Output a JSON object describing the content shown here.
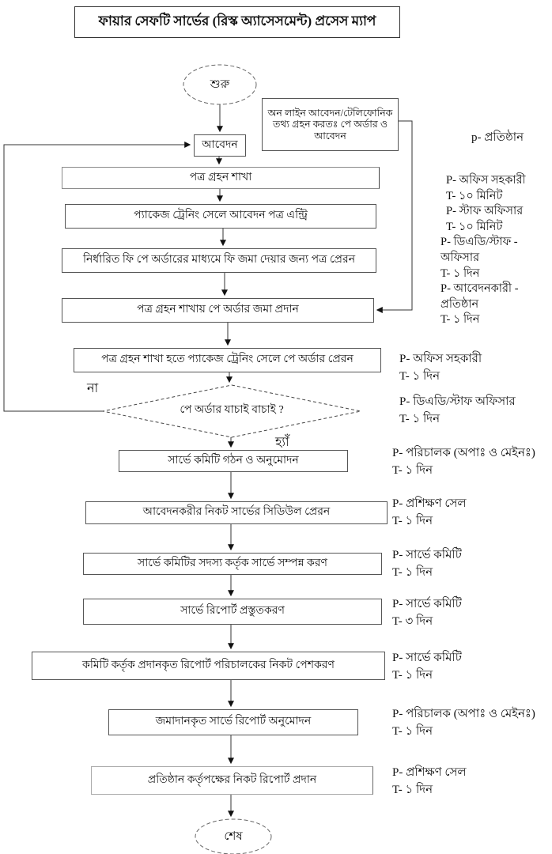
{
  "title": "ফায়ার সেফটি সার্ভের (রিস্ক অ্যাসেসমেন্ট) প্রসেস ম্যাপ",
  "flow": {
    "start": "শুরু",
    "end": "শেষ",
    "application": "আবেদন",
    "side_note": "অন লাইন আবেদন/টেলিফোনিক তথ্য গ্রহন করতঃ পে অর্ডার ও আবেদন",
    "decision": "পে অর্ডার যাচাই বাচাই ?",
    "decision_no": "না",
    "decision_yes": "হ্যাঁ",
    "steps": [
      "পত্র গ্রহন শাখা",
      "প্যাকেজ ট্রেনিং সেলে আবেদন পত্র এন্ট্রি",
      "নির্ধারিত ফি পে অর্ডারের মাধ্যমে ফি জমা দেয়ার জন্য পত্র প্রেরন",
      "পত্র গ্রহন শাখায় পে অর্ডার জমা প্রদান",
      "পত্র গ্রহন শাখা হতে প্যাকেজ ট্রেনিং সেলে পে অর্ডার প্রেরন",
      "সার্ভে কমিটি গঠন ও অনুমোদন",
      "আবেদনকরীর নিকট সার্ভের সিডিউল প্রেরন",
      "সার্ভে কমিটির সদস্য কর্তৃক সার্ভে সম্পন্ন করণ",
      "সার্ভে রিপোর্ট প্রস্তুতকরণ",
      "কমিটি কর্তৃক প্রদানকৃত রিপোর্ট পরিচালকের নিকট পেশকরণ",
      "জমাদানকৃত সার্ভে রিপোর্ট অনুমোদন",
      "প্রতিষ্ঠান কর্তৃপক্ষের নিকট রিপোর্ট প্রদান"
    ]
  },
  "annotations": {
    "legend": "p- প্রতিষ্ঠান",
    "block1_lines": [
      "P- অফিস সহকারী",
      "T- ১০ মিনিট",
      "P- স্টাফ অফিসার",
      "T- ১০ মিনিট",
      "P- ডিএডি/স্টাফ -",
      "অফিসার",
      "T- ১ দিন",
      "P-  আবেদনকারী -",
      "প্রতিষ্ঠান",
      "T- ১ দিন"
    ],
    "groups": [
      {
        "p": "P-  অফিস সহকারী",
        "t": "T- ১ দিন"
      },
      {
        "p": "P- ডিএডি/স্টাফ অফিসার",
        "t": "T- ১ দিন"
      },
      {
        "p": "P- পরিচালক (অপাঃ ও মেইনঃ)",
        "t": "T- ১ দিন"
      },
      {
        "p": "P- প্রশিক্ষণ সেল",
        "t": "T- ১ দিন"
      },
      {
        "p": "P- সার্ভে কমিটি",
        "t": "T- ১ দিন"
      },
      {
        "p": "P- সার্ভে কমিটি",
        "t": "T- ৩ দিন"
      },
      {
        "p": "P- সার্ভে কমিটি",
        "t": "T- ১ দিন"
      },
      {
        "p": "P- পরিচালক (অপাঃ ও মেইনঃ)",
        "t": "T- ১ দিন"
      },
      {
        "p": "P- প্রশিক্ষণ সেল",
        "t": "T- ১ দিন"
      }
    ]
  }
}
